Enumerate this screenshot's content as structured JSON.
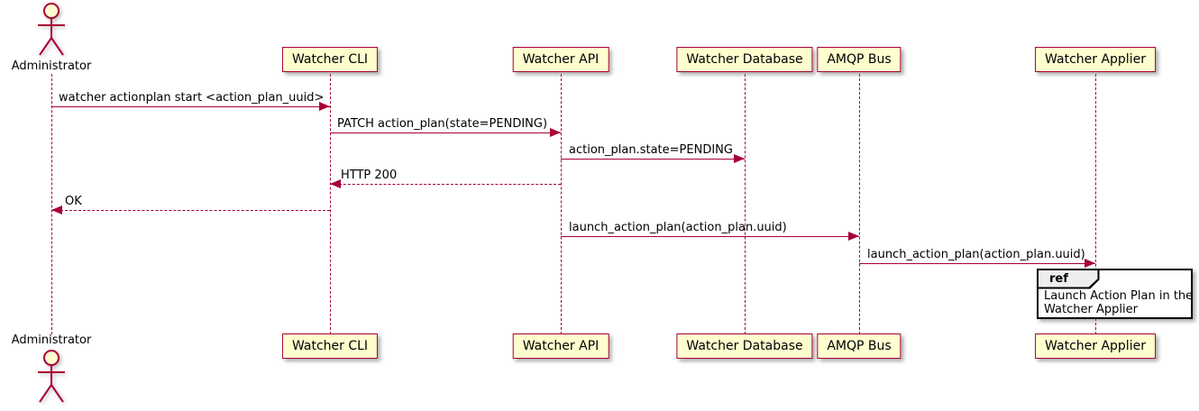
{
  "diagram": {
    "kind": "sequence-diagram",
    "colors": {
      "participant_fill": "#FEFECE",
      "participant_border": "#A80036",
      "arrow_line": "#A80036",
      "text": "#000000",
      "ref_header_fill": "#EEEEEE",
      "ref_border": "#000000",
      "background": "#FFFFFF"
    },
    "actors": [
      {
        "name": "Administrator"
      }
    ],
    "participants": [
      {
        "label": "Watcher CLI"
      },
      {
        "label": "Watcher API"
      },
      {
        "label": "Watcher Database"
      },
      {
        "label": "AMQP Bus"
      },
      {
        "label": "Watcher Applier"
      }
    ],
    "messages": [
      {
        "from": "Administrator",
        "to": "Watcher CLI",
        "text": "watcher actionplan start <action_plan_uuid>",
        "line": "solid",
        "direction": "right"
      },
      {
        "from": "Watcher CLI",
        "to": "Watcher API",
        "text": "PATCH action_plan(state=PENDING)",
        "line": "solid",
        "direction": "right"
      },
      {
        "from": "Watcher API",
        "to": "Watcher Database",
        "text": "action_plan.state=PENDING",
        "line": "solid",
        "direction": "right"
      },
      {
        "from": "Watcher API",
        "to": "Watcher CLI",
        "text": "HTTP 200",
        "line": "dashed",
        "direction": "left"
      },
      {
        "from": "Watcher CLI",
        "to": "Administrator",
        "text": "OK",
        "line": "dashed",
        "direction": "left"
      },
      {
        "from": "Watcher API",
        "to": "AMQP Bus",
        "text": "launch_action_plan(action_plan.uuid)",
        "line": "solid",
        "direction": "right"
      },
      {
        "from": "AMQP Bus",
        "to": "Watcher Applier",
        "text": "launch_action_plan(action_plan.uuid)",
        "line": "solid",
        "direction": "right"
      }
    ],
    "ref_fragment": {
      "keyword": "ref",
      "over": "Watcher Applier",
      "text_lines": [
        "Launch Action Plan in the",
        "Watcher Applier"
      ]
    }
  }
}
